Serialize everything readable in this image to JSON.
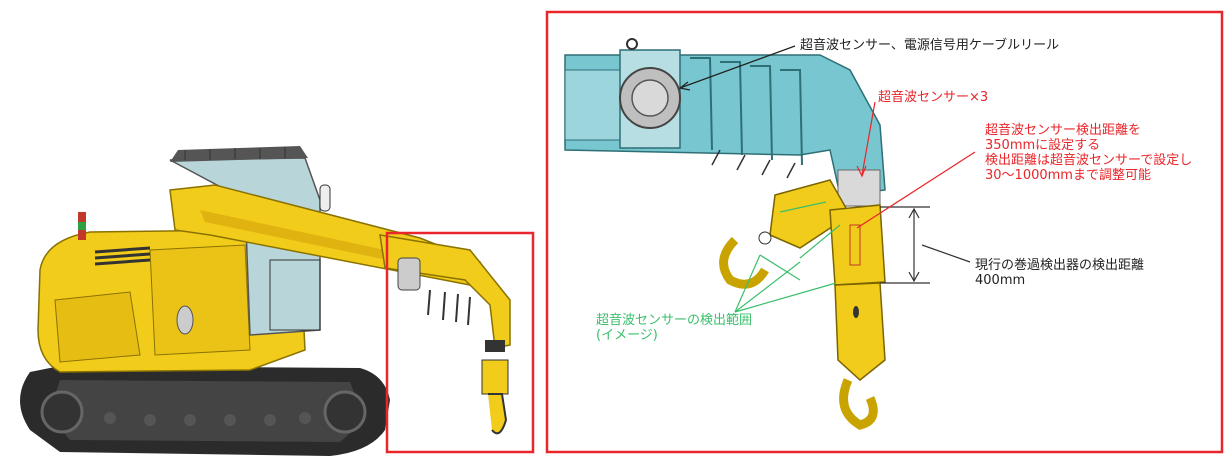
{
  "annotations": {
    "cable_reel": "超音波センサー、電源信号用ケーブルリール",
    "sensor_count": "超音波センサー×3",
    "detection_setting_line1": "超音波センサー検出距離を",
    "detection_setting_line2": "350mmに設定する",
    "detection_setting_line3": "検出距離は超音波センサーで設定し",
    "detection_setting_line4": "30～1000mmまで調整可能",
    "current_detector_line1": "現行の巻過検出器の検出距離",
    "current_detector_line2": "400mm",
    "detection_range_line1": "超音波センサーの検出範囲",
    "detection_range_line2": "(イメージ)"
  },
  "colors": {
    "highlight_frame": "#e8262b",
    "body_yellow": "#f2cc1a",
    "boom_teal": "#78c6cf",
    "track_dark": "#2b2b2b",
    "annotation_red": "#e8262b",
    "annotation_green": "#3bbf6c",
    "annotation_dark": "#222222"
  }
}
